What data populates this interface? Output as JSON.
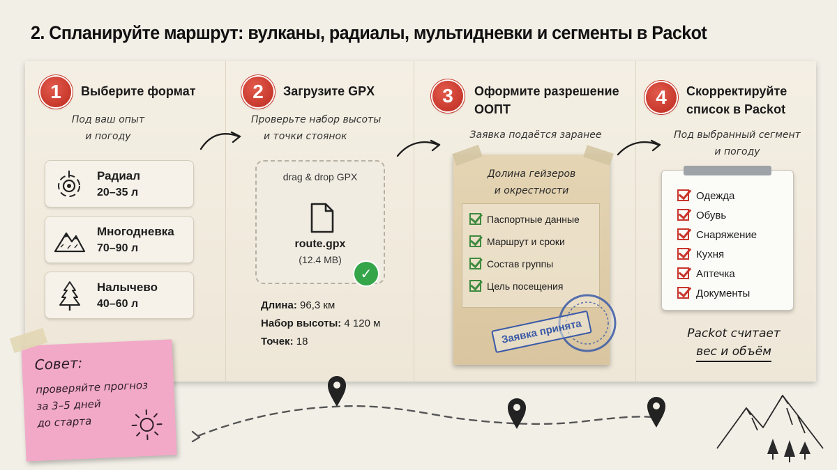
{
  "title": "2. Спланируйте маршрут: вулканы, радиалы, мультидневки и сегменты в Packot",
  "steps": [
    {
      "num": "1",
      "title": "Выберите формат",
      "note_l1": "Под ваш опыт",
      "note_l2": "и погоду"
    },
    {
      "num": "2",
      "title": "Загрузите GPX",
      "note_l1": "Проверьте набор высоты",
      "note_l2": "и точки стоянок"
    },
    {
      "num": "3",
      "title_l1": "Оформите разрешение",
      "title_l2": "ООПТ",
      "note": "Заявка подаётся заранее"
    },
    {
      "num": "4",
      "title_l1": "Скорректируйте",
      "title_l2": "список в Packot",
      "note_l1": "Под выбранный сегмент",
      "note_l2": "и погоду"
    }
  ],
  "formats": [
    {
      "name": "Радиал",
      "range": "20–35 л",
      "icon": "radial-target-icon"
    },
    {
      "name": "Многодневка",
      "range": "70–90 л",
      "icon": "mountain-icon"
    },
    {
      "name": "Налычево",
      "range": "40–60 л",
      "icon": "pine-tree-icon"
    }
  ],
  "upload": {
    "hint": "drag & drop GPX",
    "file_name": "route.gpx",
    "file_size": "(12.4 MB)",
    "stats": [
      {
        "label": "Длина:",
        "value": "96,3 км"
      },
      {
        "label": "Набор высоты:",
        "value": "4 120 м"
      },
      {
        "label": "Точек:",
        "value": "18"
      }
    ]
  },
  "permit": {
    "header_l1": "Долина гейзеров",
    "header_l2": "и окрестности",
    "items": [
      "Паспортные данные",
      "Маршрут и сроки",
      "Состав группы",
      "Цель посещения"
    ],
    "stamp": "Заявка принята"
  },
  "checklist": {
    "items": [
      "Одежда",
      "Обувь",
      "Снаряжение",
      "Кухня",
      "Аптечка",
      "Документы"
    ],
    "footer_l1": "Packot считает",
    "footer_l2": "вес и объём"
  },
  "tip": {
    "heading": "Совет:",
    "l1": "проверяйте прогноз",
    "l2": "за 3–5 дней",
    "l3": "до старта"
  },
  "colors": {
    "badge_red": "#c7392c",
    "check_green": "#3e8a3f",
    "sticky_pink": "#f2a9c8",
    "stamp_blue": "#3a5aa7",
    "ok_green": "#35a54a"
  }
}
